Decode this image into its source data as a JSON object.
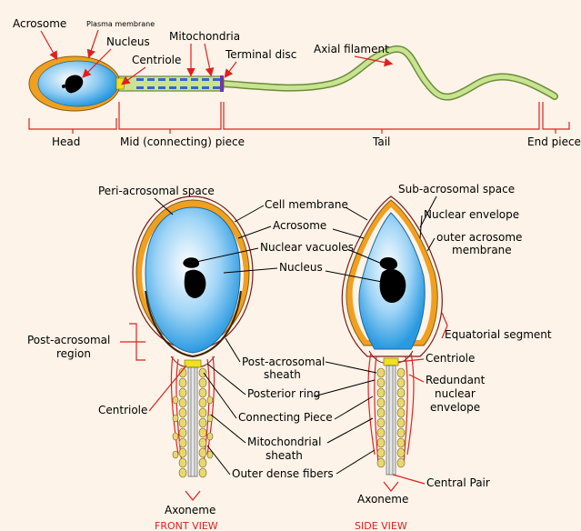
{
  "top": {
    "acrosome": "Acrosome",
    "plasma_membrane": "Plasma membrane",
    "nucleus": "Nucleus",
    "mitochondria": "Mitochondria",
    "centriole": "Centriole",
    "terminal_disc": "Terminal disc",
    "axial_filament": "Axial filament",
    "head": "Head",
    "mid_piece": "Mid (connecting) piece",
    "tail": "Tail",
    "end_piece": "End piece"
  },
  "front": {
    "peri_acrosomal_space": "Peri-acrosomal space",
    "cell_membrane": "Cell membrane",
    "acrosome": "Acrosome",
    "nuclear_vacuoles": "Nuclear vacuoles",
    "nucleus": "Nucleus",
    "post_acrosomal_region_1": "Post-acrosomal",
    "post_acrosomal_region_2": "region",
    "post_acrosomal_sheath_1": "Post-acrosomal",
    "post_acrosomal_sheath_2": "sheath",
    "posterior_ring": "Posterior ring",
    "centriole": "Centriole",
    "connecting_piece": "Connecting Piece",
    "mitochondrial_sheath_1": "Mitochondrial",
    "mitochondrial_sheath_2": "sheath",
    "outer_dense_fibers": "Outer dense fibers",
    "axoneme": "Axoneme",
    "view_title": "FRONT VIEW"
  },
  "side": {
    "sub_acrosomal_space": "Sub-acrosomal space",
    "nuclear_envelope": "Nuclear envelope",
    "outer_acrosome_membrane_1": "outer acrosome",
    "outer_acrosome_membrane_2": "membrane",
    "equatorial_segment": "Equatorial segment",
    "centriole": "Centriole",
    "redundant_nuclear_envelope_1": "Redundant",
    "redundant_nuclear_envelope_2": "nuclear",
    "redundant_nuclear_envelope_3": "envelope",
    "central_pair": "Central Pair",
    "axoneme": "Axoneme",
    "view_title": "SIDE VIEW"
  },
  "colors": {
    "background": "#fdf3e8",
    "acrosome_orange": "#f0a020",
    "nucleus_blue": "#3aa8e8",
    "tail_green": "#b8d878",
    "membrane_red": "#e02020",
    "mitochondria_blue": "#3366cc",
    "view_title_red": "#d62222"
  }
}
